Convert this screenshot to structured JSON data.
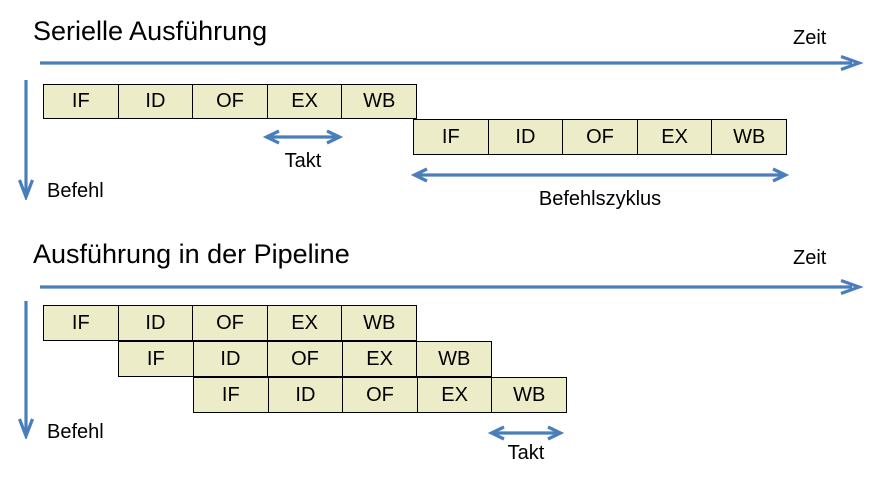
{
  "colors": {
    "arrow_blue": "#4a7ebb",
    "box_fill": "#ececc8",
    "box_border": "#000000",
    "text": "#000000",
    "background": "#ffffff"
  },
  "serial": {
    "title": "Serielle Ausführung",
    "zeit_label": "Zeit",
    "befehl_label": "Befehl",
    "takt_label": "Takt",
    "befehlszyklus_label": "Befehlszyklus",
    "instruction_rows": [
      {
        "stages": [
          "IF",
          "ID",
          "OF",
          "EX",
          "WB"
        ]
      },
      {
        "stages": [
          "IF",
          "ID",
          "OF",
          "EX",
          "WB"
        ]
      }
    ]
  },
  "pipeline": {
    "title": "Ausführung in der Pipeline",
    "zeit_label": "Zeit",
    "befehl_label": "Befehl",
    "takt_label": "Takt",
    "instruction_rows": [
      {
        "stages": [
          "IF",
          "ID",
          "OF",
          "EX",
          "WB"
        ]
      },
      {
        "stages": [
          "IF",
          "ID",
          "OF",
          "EX",
          "WB"
        ]
      },
      {
        "stages": [
          "IF",
          "ID",
          "OF",
          "EX",
          "WB"
        ]
      }
    ]
  }
}
